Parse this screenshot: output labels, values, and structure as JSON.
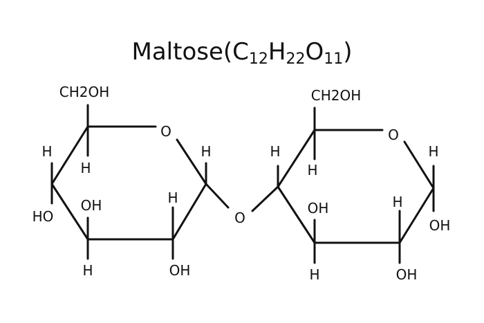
{
  "title": "Maltose(C12H22O11)",
  "title_parts": [
    "Maltose(C",
    "12",
    "H",
    "22",
    "O",
    "11",
    ")"
  ],
  "left_ring": {
    "ch2oh": "CH2OH",
    "ring_oxygen": "O",
    "h_top_left": "H",
    "h_c5": "H",
    "h_anomeric": "H",
    "ho_left": "HO",
    "oh_c3": "OH",
    "h_c2": "H",
    "h_bottom": "H",
    "oh_bottom": "OH"
  },
  "glycosidic_oxygen": "O",
  "right_ring": {
    "ch2oh": "CH2OH",
    "ring_oxygen": "O",
    "h_top_left": "H",
    "h_c5": "H",
    "h_anomeric": "H",
    "oh_c3": "OH",
    "h_c2": "H",
    "oh_right": "OH",
    "h_bottom": "H",
    "oh_bottom": "OH"
  },
  "colors": {
    "ink": "#111111",
    "background": "#ffffff"
  }
}
